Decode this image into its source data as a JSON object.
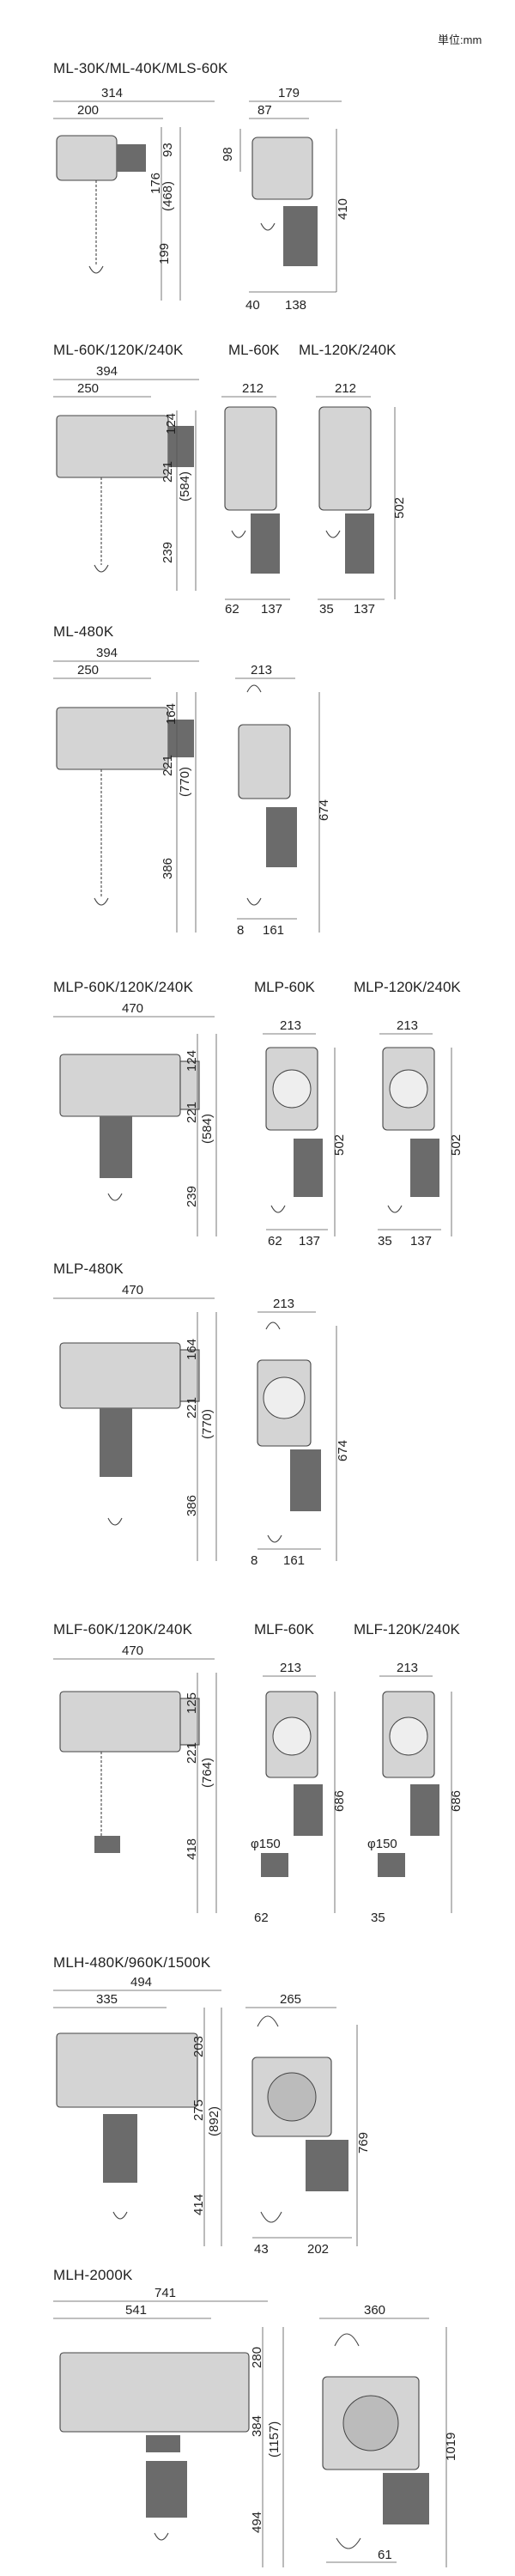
{
  "unit_label": "単位:mm",
  "sections": [
    {
      "title": "ML-30K/ML-40K/MLS-60K",
      "subs": [],
      "dims": [
        "314",
        "200",
        "93",
        "176",
        "(468)",
        "199",
        "179",
        "87",
        "98",
        "410",
        "40",
        "138"
      ]
    },
    {
      "title": "ML-60K/120K/240K",
      "subs": [
        "ML-60K",
        "ML-120K/240K"
      ],
      "dims": [
        "394",
        "250",
        "124",
        "221",
        "(584)",
        "239",
        "212",
        "212",
        "502",
        "62",
        "137",
        "35",
        "137"
      ]
    },
    {
      "title": "ML-480K",
      "subs": [],
      "dims": [
        "394",
        "250",
        "164",
        "221",
        "(770)",
        "386",
        "213",
        "674",
        "8",
        "161"
      ]
    },
    {
      "title": "MLP-60K/120K/240K",
      "subs": [
        "MLP-60K",
        "MLP-120K/240K"
      ],
      "dims": [
        "470",
        "124",
        "221",
        "(584)",
        "239",
        "213",
        "213",
        "502",
        "502",
        "62",
        "137",
        "35",
        "137"
      ]
    },
    {
      "title": "MLP-480K",
      "subs": [],
      "dims": [
        "470",
        "164",
        "221",
        "(770)",
        "386",
        "213",
        "674",
        "8",
        "161"
      ]
    },
    {
      "title": "MLF-60K/120K/240K",
      "subs": [
        "MLF-60K",
        "MLF-120K/240K"
      ],
      "dims": [
        "470",
        "125",
        "221",
        "(764)",
        "418",
        "213",
        "213",
        "686",
        "686",
        "φ150",
        "φ150",
        "62",
        "35"
      ]
    },
    {
      "title": "MLH-480K/960K/1500K",
      "subs": [],
      "dims": [
        "494",
        "335",
        "203",
        "275",
        "(892)",
        "414",
        "265",
        "769",
        "43",
        "202"
      ]
    },
    {
      "title": "MLH-2000K",
      "subs": [],
      "dims": [
        "741",
        "541",
        "280",
        "384",
        "(1157)",
        "494",
        "360",
        "1019",
        "61"
      ]
    }
  ]
}
